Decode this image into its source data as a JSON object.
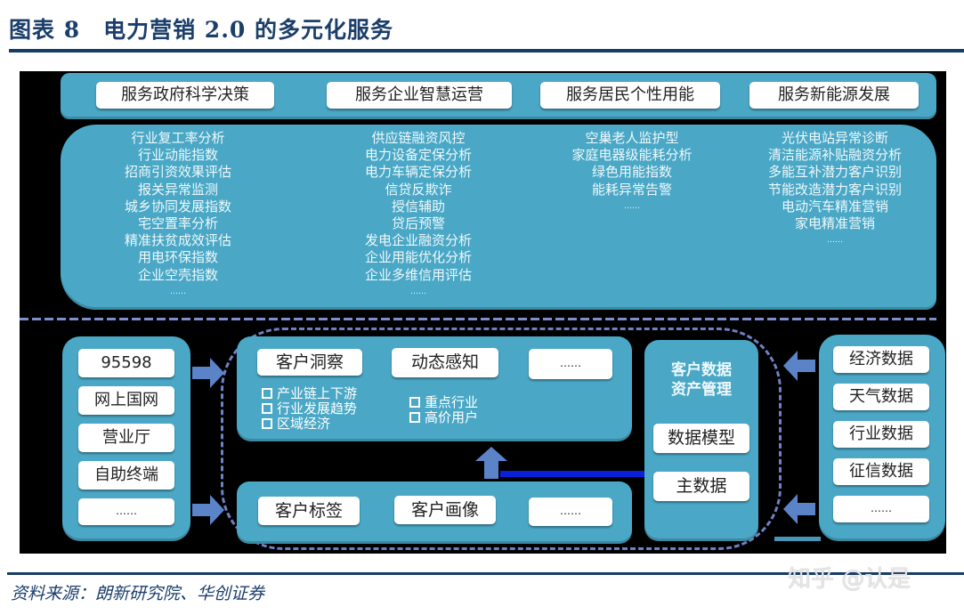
{
  "figure": {
    "title": "图表 8　电力营销 2.0 的多元化服务",
    "source": "资料来源：朗新研究院、华创证券",
    "watermark": "知乎 @认是",
    "colors": {
      "title": "#1b3e6b",
      "panel_bg": "#000000",
      "box": "#4aa8c6",
      "arrow": "#5b84c8",
      "connector": "#0a1fd8"
    }
  },
  "services": {
    "headers": [
      "服务政府科学决策",
      "服务企业智慧运营",
      "服务居民个性用能",
      "服务新能源发展"
    ],
    "columns": [
      {
        "items": [
          "行业复工率分析",
          "行业动能指数",
          "招商引资效果评估",
          "报关异常监测",
          "城乡协同发展指数",
          "宅空置率分析",
          "精准扶贫成效评估",
          "用电环保指数",
          "企业空壳指数",
          "……"
        ]
      },
      {
        "items": [
          "供应链融资风控",
          "电力设备定保分析",
          "电力车辆定保分析",
          "信贷反欺诈",
          "授信辅助",
          "贷后预警",
          "发电企业融资分析",
          "企业用能优化分析",
          "企业多维信用评估",
          "……"
        ]
      },
      {
        "items": [
          "空巢老人监护型",
          "家庭电器级能耗分析",
          "绿色用能指数",
          "能耗异常告警",
          "……"
        ]
      },
      {
        "items": [
          "光伏电站异常诊断",
          "清洁能源补贴融资分析",
          "多能互补潜力客户识别",
          "节能改造潜力客户识别",
          "电动汽车精准营销",
          "家电精准营销",
          "……"
        ]
      }
    ]
  },
  "channels": [
    "95598",
    "网上国网",
    "营业厅",
    "自助终端",
    "……"
  ],
  "insight": {
    "buttons": [
      "客户洞察",
      "动态感知",
      "……"
    ],
    "insight_items": [
      "产业链上下游",
      "行业发展趋势",
      "区域经济"
    ],
    "sensing_items": [
      "重点行业",
      "高价用户"
    ]
  },
  "profile": {
    "buttons": [
      "客户标签",
      "客户画像",
      "……"
    ]
  },
  "asset_mgmt": {
    "title_line1": "客户数据",
    "title_line2": "资产管理",
    "buttons": [
      "数据模型",
      "主数据"
    ]
  },
  "external_data": [
    "经济数据",
    "天气数据",
    "行业数据",
    "征信数据",
    "……"
  ]
}
